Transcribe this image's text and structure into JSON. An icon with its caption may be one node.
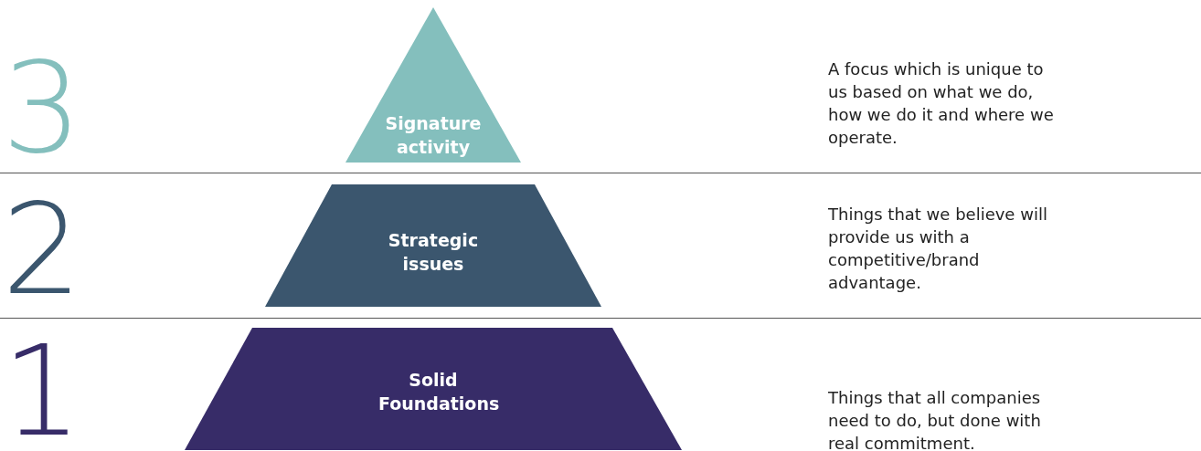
{
  "diagram": {
    "nodes": [
      {
        "text": [
          "Signature activity"
        ]
      },
      {
        "text": [
          "Strategic issues"
        ]
      },
      {
        "text": [
          "Solid Foundations"
        ]
      }
    ],
    "labels": [
      "3",
      "A focus which is unique to us based on what we do, how we do it and where we operate.",
      "2",
      "Things that we believe will provide us with a competitive/brand advantage.",
      "1",
      "Things that all companies need to do, but done with real commitment."
    ]
  }
}
